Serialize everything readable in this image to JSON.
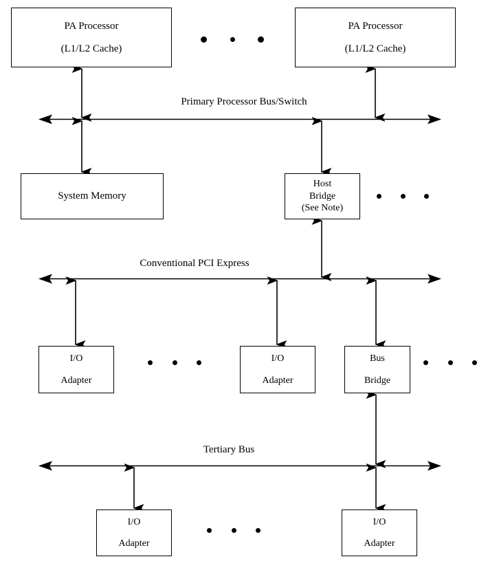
{
  "diagram": {
    "title": "PA Processor system bus hierarchy block diagram",
    "stroke_color": "#000000",
    "background_color": "#ffffff"
  },
  "nodes": {
    "pa_processor_left": {
      "line1": "PA Processor",
      "line2": "(L1/L2 Cache)"
    },
    "pa_processor_right": {
      "line1": "PA Processor",
      "line2": "(L1/L2 Cache)"
    },
    "system_memory": {
      "line1": "System Memory"
    },
    "host_bridge": {
      "line1": "Host",
      "line2": "Bridge",
      "line3": "(See Note)"
    },
    "io_adapter_pci_left": {
      "line1": "I/O",
      "line2": "Adapter"
    },
    "io_adapter_pci_right": {
      "line1": "I/O",
      "line2": "Adapter"
    },
    "bus_bridge": {
      "line1": "Bus",
      "line2": "Bridge"
    },
    "io_adapter_tertiary_left": {
      "line1": "I/O",
      "line2": "Adapter"
    },
    "io_adapter_tertiary_right": {
      "line1": "I/O",
      "line2": "Adapter"
    }
  },
  "buses": {
    "primary": {
      "label": "Primary Processor Bus/Switch"
    },
    "pci_express": {
      "label": "Conventional PCI Express"
    },
    "tertiary": {
      "label": "Tertiary Bus"
    }
  },
  "ellipses": {
    "processors": {
      "count": 3
    },
    "host_bridges": {
      "count": 3
    },
    "pci_adapters": {
      "count": 3
    },
    "bus_bridges": {
      "count": 3
    },
    "tertiary_adapters": {
      "count": 3
    }
  }
}
